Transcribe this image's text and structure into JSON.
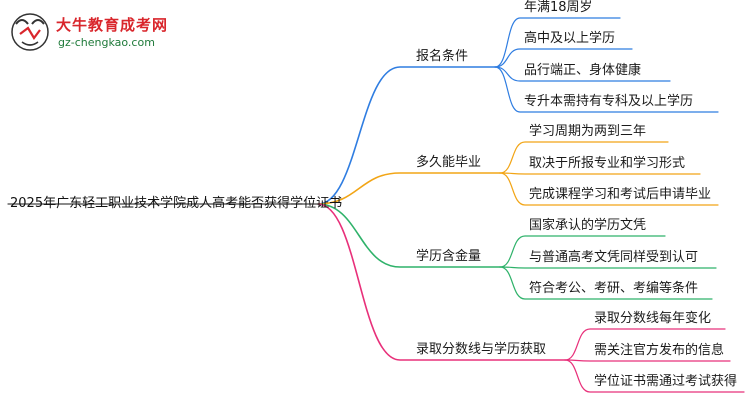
{
  "logo": {
    "title": "大牛教育成考网",
    "url": "gz-chengkao.com"
  },
  "mindmap": {
    "root": "2025年广东轻工职业技术学院成人高考能否获得学位证书",
    "branches": [
      {
        "label": "报名条件",
        "color": "#2f7de1",
        "leaves": [
          "年满18周岁",
          "高中及以上学历",
          "品行端正、身体健康",
          "专升本需持有专科及以上学历"
        ]
      },
      {
        "label": "多久能毕业",
        "color": "#f2a516",
        "leaves": [
          "学习周期为两到三年",
          "取决于所报专业和学习形式",
          "完成课程学习和考试后申请毕业"
        ]
      },
      {
        "label": "学历含金量",
        "color": "#2fb26a",
        "leaves": [
          "国家承认的学历文凭",
          "与普通高考文凭同样受到认可",
          "符合考公、考研、考编等条件"
        ]
      },
      {
        "label": "录取分数线与学历获取",
        "color": "#e8307a",
        "leaves": [
          "录取分数线每年变化",
          "需关注官方发布的信息",
          "学位证书需通过考试获得"
        ]
      }
    ]
  }
}
